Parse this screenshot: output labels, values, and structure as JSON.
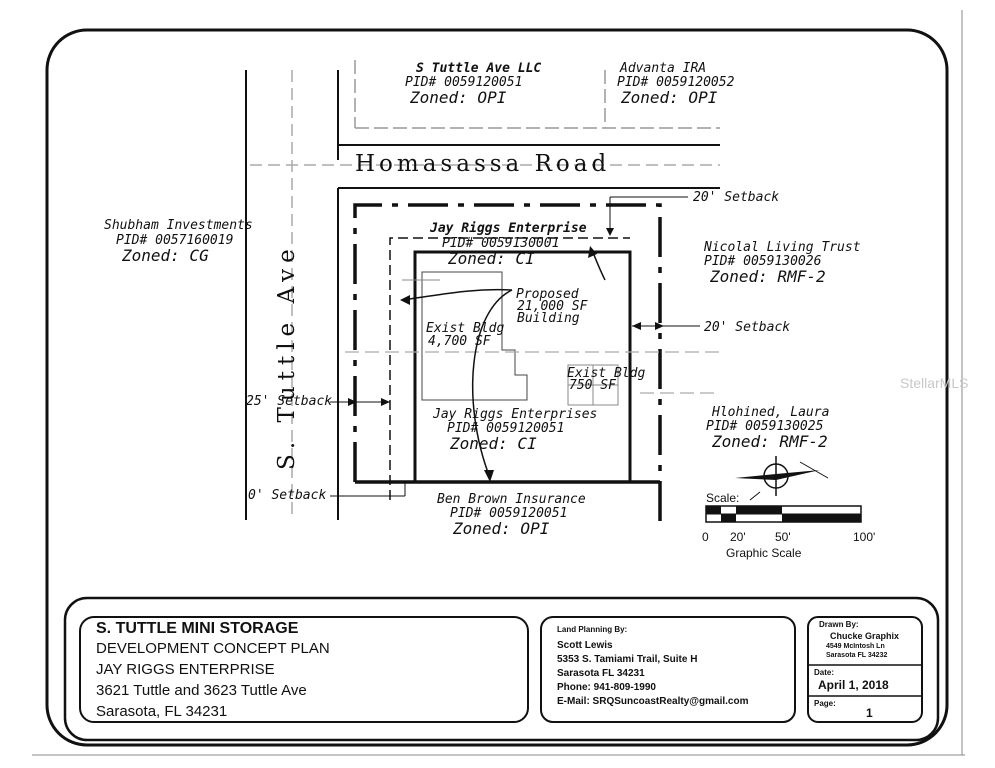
{
  "roads": {
    "homasassa": "Homasassa Road",
    "tuttle": "S. Tuttle Ave"
  },
  "parcels": {
    "s_tuttle_llc": {
      "owner": "S Tuttle Ave LLC",
      "pid": "PID# 0059120051",
      "zoned": "Zoned: OPI"
    },
    "advanta": {
      "owner": "Advanta IRA",
      "pid": "PID# 0059120052",
      "zoned": "Zoned: OPI"
    },
    "shubham": {
      "owner": "Shubham Investments",
      "pid": "PID# 0057160019",
      "zoned": "Zoned: CG"
    },
    "jay_riggs_north": {
      "owner": "Jay Riggs Enterprise",
      "pid": "PID# 0059130001",
      "zoned": "Zoned: CI"
    },
    "nicolal": {
      "owner": "Nicolal Living Trust",
      "pid": "PID# 0059130026",
      "zoned": "Zoned: RMF-2"
    },
    "jay_riggs_south": {
      "owner": "Jay Riggs Enterprises",
      "pid": "PID# 0059120051",
      "zoned": "Zoned: CI"
    },
    "hlohined": {
      "owner": "Hlohined, Laura",
      "pid": "PID# 0059130025",
      "zoned": "Zoned: RMF-2"
    },
    "ben_brown": {
      "owner": "Ben Brown Insurance",
      "pid": "PID# 0059120051",
      "zoned": "Zoned: OPI"
    }
  },
  "proposed": {
    "line1": "Proposed",
    "line2": "21,000 SF",
    "line3": "Building"
  },
  "exist_bldg_1": {
    "line1": "Exist Bldg",
    "line2": "4,700 SF"
  },
  "exist_bldg_2": {
    "line1": "Exist Bldg",
    "line2": "750 SF"
  },
  "setbacks": {
    "north": "20' Setback",
    "east": "20' Setback",
    "west": "25' Setback",
    "south": "0' Setback"
  },
  "scale": {
    "label": "Scale:",
    "ticks": [
      "0",
      "20'",
      "50'",
      "100'"
    ],
    "caption": "Graphic Scale"
  },
  "title_block": {
    "title": "S. TUTTLE MINI STORAGE",
    "line2": "DEVELOPMENT CONCEPT PLAN",
    "line3": "JAY RIGGS ENTERPRISE",
    "line4": "3621 Tuttle and 3623 Tuttle Ave",
    "line5": "Sarasota, FL 34231"
  },
  "planning": {
    "header": "Land Planning By:",
    "name": "Scott Lewis",
    "address": "5353 S. Tamiami Trail, Suite H",
    "city": "Sarasota FL  34231",
    "phone": "Phone: 941-809-1990",
    "email": "E-Mail:  SRQSuncoastRealty@gmail.com"
  },
  "drawn": {
    "header": "Drawn By:",
    "company": "Chucke Graphix",
    "addr1": "4549 McIntosh Ln",
    "addr2": "Sarasota FL 34232",
    "date_label": "Date:",
    "date": "April 1, 2018",
    "page_label": "Page:",
    "page": "1"
  },
  "watermark": "StellarMLS",
  "colors": {
    "ink": "#111111",
    "light": "#9a9a9a",
    "watermark": "#c8c8c8"
  }
}
